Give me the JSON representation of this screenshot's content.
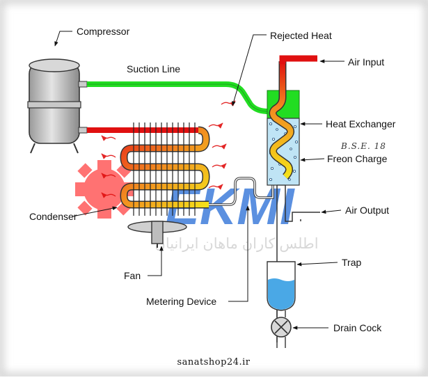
{
  "labels": {
    "compressor": "Compressor",
    "suction_line": "Suction Line",
    "rejected_heat": "Rejected Heat",
    "air_input": "Air Input",
    "heat_exchanger": "Heat Exchanger",
    "bse": "B.S.E. 18",
    "freon_charge": "Freon Charge",
    "air_output": "Air Output",
    "condenser": "Condenser",
    "trap": "Trap",
    "fan": "Fan",
    "metering_device": "Metering Device",
    "drain_cock": "Drain Cock"
  },
  "watermark": {
    "brand": "EKMI",
    "persian": "اطلس کاران ماهان ایرانیان"
  },
  "footer": {
    "site": "sanatshop24.ir"
  },
  "colors": {
    "suction_green": "#22dd22",
    "hot_red": "#e01010",
    "condenser_yellow": "#f2d21a",
    "watermark_blue": "#2a6fd8",
    "watermark_red": "#ff5a5a",
    "water_blue": "#4aa8e6"
  }
}
